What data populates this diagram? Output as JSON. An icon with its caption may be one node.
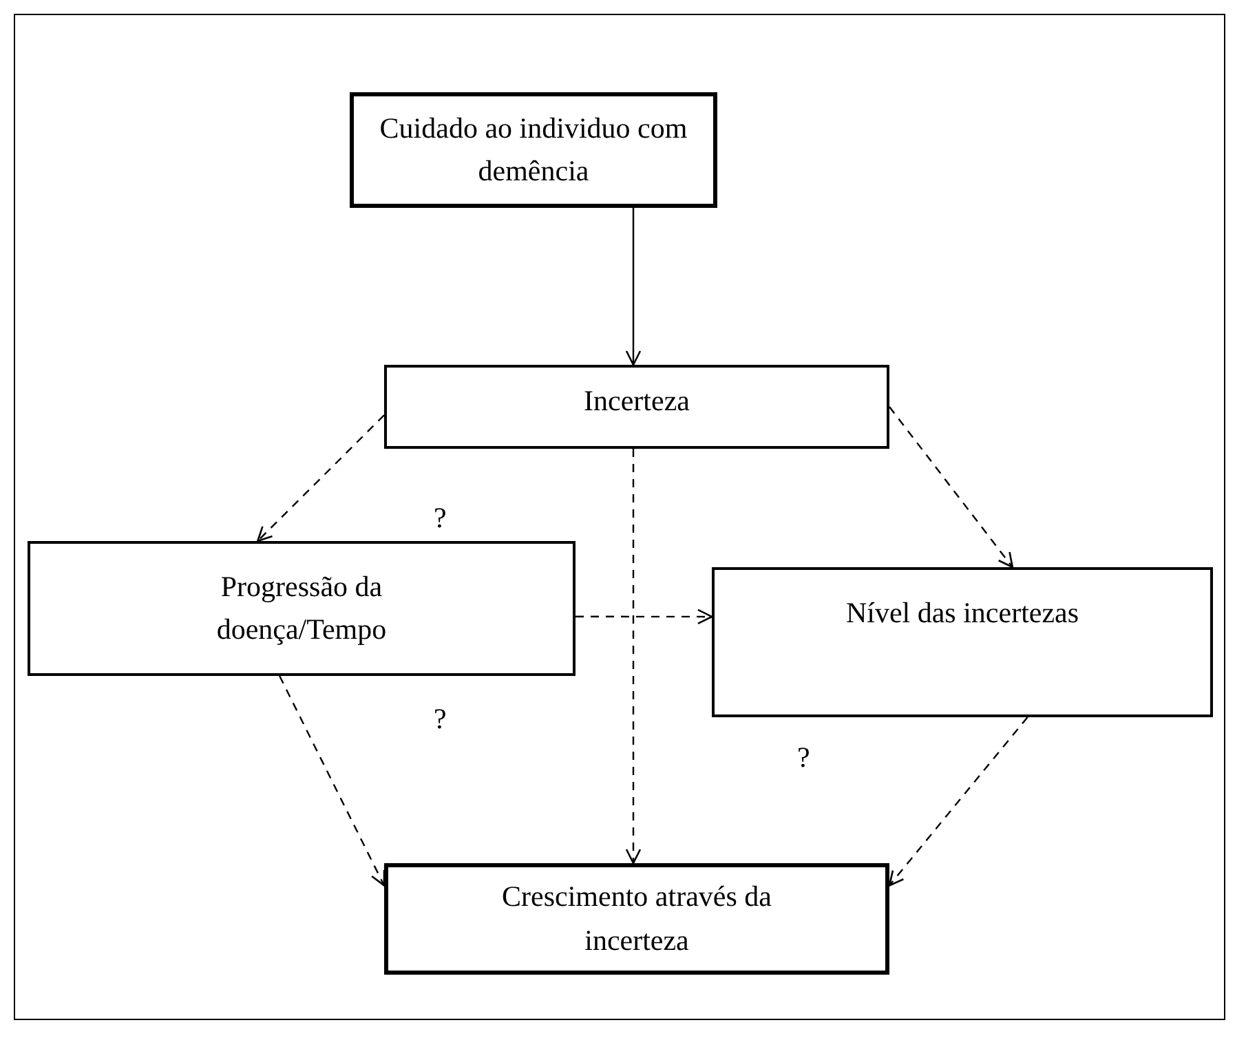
{
  "diagram": {
    "nodes": [
      {
        "text": [
          "Cuidado ao individuo com demência"
        ]
      },
      {
        "text": [
          "Incerteza"
        ]
      },
      {
        "text": [
          "Progressão da doença/Tempo"
        ]
      },
      {
        "text": [
          "Nível das incertezas"
        ]
      },
      {
        "text": [
          "Crescimento através da incerteza"
        ]
      }
    ],
    "edges": [
      {
        "from": 0,
        "to": 1,
        "arrow": "to"
      },
      {
        "from": 1,
        "to": 2,
        "arrow": "to",
        "style": "dashed"
      },
      {
        "from": 1,
        "to": 3,
        "arrow": "to",
        "style": "dashed"
      },
      {
        "from": 1,
        "to": 4,
        "arrow": "to",
        "style": "dashed"
      },
      {
        "from": 2,
        "to": 3,
        "arrow": "to",
        "style": "dashed"
      },
      {
        "from": 2,
        "to": 4,
        "arrow": "to",
        "style": "dashed"
      },
      {
        "from": 3,
        "to": 4,
        "arrow": "to",
        "style": "dashed"
      }
    ],
    "labels": [
      "?",
      "?",
      "?"
    ]
  }
}
